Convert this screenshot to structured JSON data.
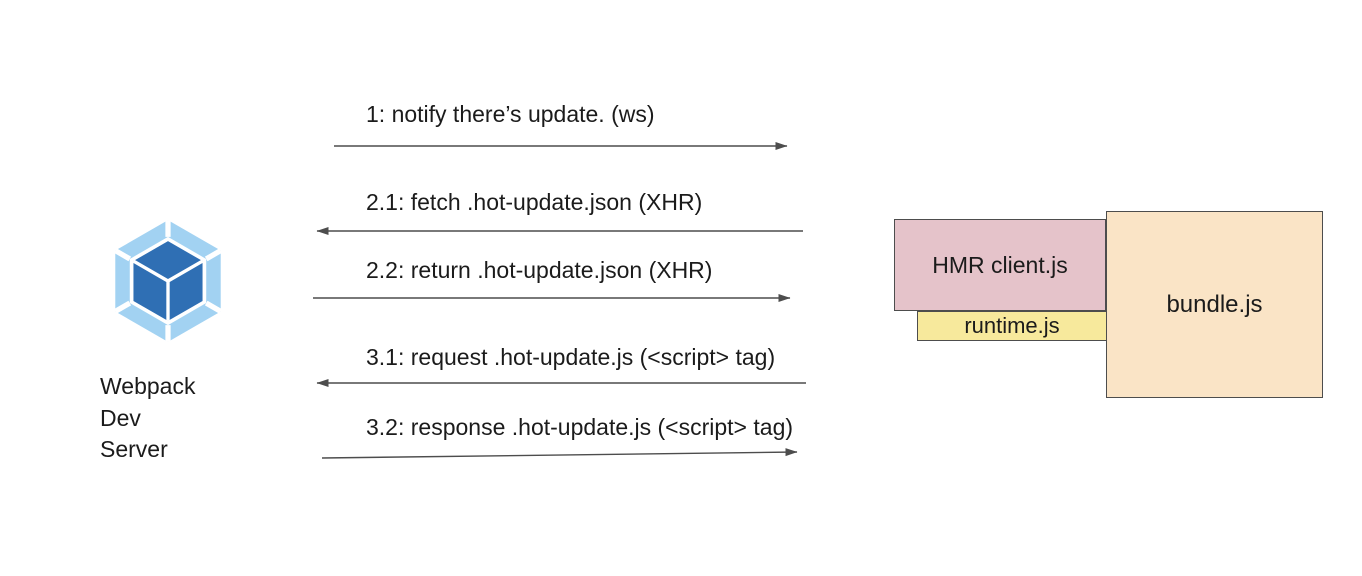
{
  "actor": {
    "label": "Webpack\nDev\nServer",
    "logo": "webpack-logo"
  },
  "messages": [
    {
      "label": "1: notify there’s update. (ws)",
      "direction": "right"
    },
    {
      "label": "2.1: fetch .hot-update.json (XHR)",
      "direction": "left"
    },
    {
      "label": "2.2: return .hot-update.json (XHR)",
      "direction": "right"
    },
    {
      "label": "3.1: request .hot-update.js (<script> tag)",
      "direction": "left"
    },
    {
      "label": "3.2: response .hot-update.js (<script> tag)",
      "direction": "right"
    }
  ],
  "nodes": {
    "hmr_client": "HMR client.js",
    "runtime": "runtime.js",
    "bundle": "bundle.js"
  },
  "colors": {
    "hmr_client_fill": "#e5c3ca",
    "runtime_fill": "#f7e99c",
    "bundle_fill": "#fae4c6",
    "box_border": "#4d4d4d",
    "arrow": "#4d4d4d",
    "text": "#1b1b1b",
    "logo_light_blue": "#a2d2f2",
    "logo_dark_blue": "#2f6fb4"
  }
}
